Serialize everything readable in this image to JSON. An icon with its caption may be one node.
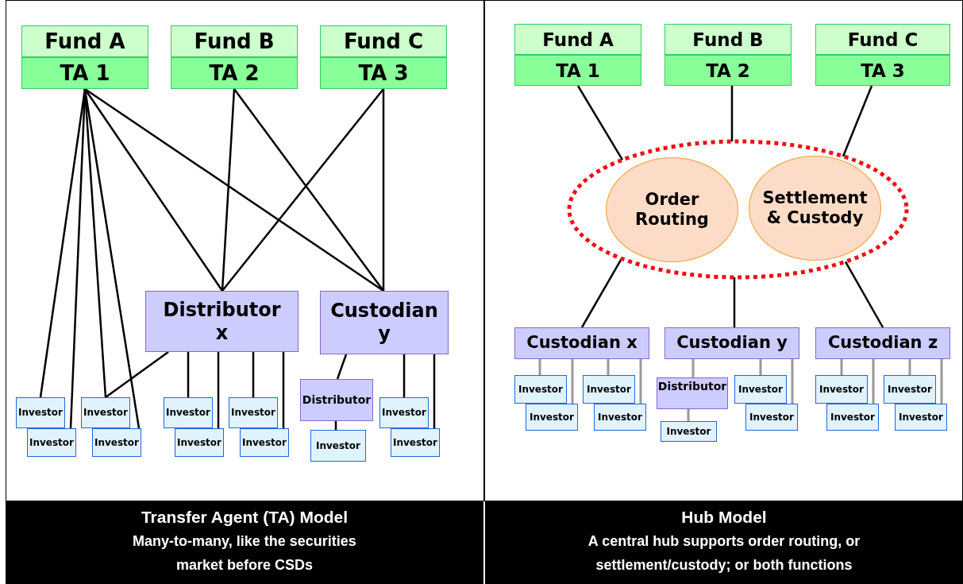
{
  "diagram": {
    "nodes": [
      {
        "text": [
          "Fund A",
          "TA 1"
        ]
      },
      {
        "text": [
          "Fund B",
          "TA 2"
        ]
      },
      {
        "text": [
          "Fund C",
          "TA 3"
        ]
      },
      {
        "text": [
          "Distributor x"
        ]
      },
      {
        "text": [
          "Custodian y"
        ]
      },
      {
        "text": [
          "Investor"
        ]
      },
      {
        "text": [
          "Investor"
        ]
      },
      {
        "text": [
          "Investor"
        ]
      },
      {
        "text": [
          "Investor"
        ]
      },
      {
        "text": [
          "Investor"
        ]
      },
      {
        "text": [
          "Investor"
        ]
      },
      {
        "text": [
          "Investor"
        ]
      },
      {
        "text": [
          "Investor"
        ]
      },
      {
        "text": [
          "Distributor"
        ]
      },
      {
        "text": [
          "Investor"
        ]
      },
      {
        "text": [
          "Investor"
        ]
      },
      {
        "text": [
          "Investor"
        ]
      },
      {
        "text": [
          "Fund A",
          "TA 1"
        ]
      },
      {
        "text": [
          "Fund B",
          "TA 2"
        ]
      },
      {
        "text": [
          "Fund C",
          "TA 3"
        ]
      },
      {
        "text": [],
        "shape": "ellipse"
      },
      {
        "text": [
          "Order Routing"
        ],
        "in": 20
      },
      {
        "text": [
          "Settlement & Custody"
        ],
        "in": 20
      },
      {
        "text": [
          "Custodian x"
        ]
      },
      {
        "text": [
          "Custodian y"
        ]
      },
      {
        "text": [
          "Custodian z"
        ]
      },
      {
        "text": [
          "Investor"
        ]
      },
      {
        "text": [
          "Investor"
        ]
      },
      {
        "text": [
          "Investor"
        ]
      },
      {
        "text": [
          "Investor"
        ]
      },
      {
        "text": [
          "Distributor"
        ]
      },
      {
        "text": [
          "Investor"
        ]
      },
      {
        "text": [
          "Investor"
        ]
      },
      {
        "text": [
          "Investor"
        ]
      },
      {
        "text": [
          "Investor"
        ]
      },
      {
        "text": [
          "Investor"
        ]
      },
      {
        "text": [
          "Investor"
        ]
      },
      {
        "text": [
          "Investor"
        ]
      }
    ],
    "edges": [
      {
        "from": 0,
        "to": 5,
        "arrow": "none"
      },
      {
        "from": 0,
        "to": 6,
        "arrow": "none"
      },
      {
        "from": 0,
        "to": 7,
        "arrow": "none"
      },
      {
        "from": 0,
        "to": 8,
        "arrow": "none"
      },
      {
        "from": 0,
        "to": 3,
        "arrow": "none"
      },
      {
        "from": 0,
        "to": 4,
        "arrow": "none"
      },
      {
        "from": 1,
        "to": 3,
        "arrow": "none"
      },
      {
        "from": 1,
        "to": 4,
        "arrow": "none"
      },
      {
        "from": 2,
        "to": 3,
        "arrow": "none"
      },
      {
        "from": 2,
        "to": 4,
        "arrow": "none"
      },
      {
        "from": 3,
        "to": 7,
        "arrow": "none"
      },
      {
        "from": 3,
        "to": 9,
        "arrow": "none"
      },
      {
        "from": 3,
        "to": 10,
        "arrow": "none"
      },
      {
        "from": 3,
        "to": 11,
        "arrow": "none"
      },
      {
        "from": 3,
        "to": 12,
        "arrow": "none"
      },
      {
        "from": 4,
        "to": 13,
        "arrow": "none"
      },
      {
        "from": 13,
        "to": 14,
        "arrow": "none"
      },
      {
        "from": 4,
        "to": 15,
        "arrow": "none"
      },
      {
        "from": 4,
        "to": 16,
        "arrow": "none"
      },
      {
        "from": 17,
        "to": 20,
        "arrow": "none"
      },
      {
        "from": 18,
        "to": 20,
        "arrow": "none"
      },
      {
        "from": 19,
        "to": 20,
        "arrow": "none"
      },
      {
        "from": 20,
        "to": 23,
        "arrow": "none"
      },
      {
        "from": 20,
        "to": 24,
        "arrow": "none"
      },
      {
        "from": 20,
        "to": 25,
        "arrow": "none"
      },
      {
        "from": 23,
        "to": 26,
        "arrow": "none",
        "color": "#999999"
      },
      {
        "from": 23,
        "to": 27,
        "arrow": "none",
        "color": "#999999"
      },
      {
        "from": 23,
        "to": 28,
        "arrow": "none",
        "color": "#999999"
      },
      {
        "from": 23,
        "to": 29,
        "arrow": "none",
        "color": "#999999"
      },
      {
        "from": 24,
        "to": 30,
        "arrow": "none",
        "color": "#999999"
      },
      {
        "from": 30,
        "to": 31,
        "arrow": "none",
        "color": "#999999"
      },
      {
        "from": 24,
        "to": 32,
        "arrow": "none",
        "color": "#999999"
      },
      {
        "from": 24,
        "to": 33,
        "arrow": "none",
        "color": "#999999"
      },
      {
        "from": 25,
        "to": 34,
        "arrow": "none",
        "color": "#999999"
      },
      {
        "from": 25,
        "to": 35,
        "arrow": "none",
        "color": "#999999"
      },
      {
        "from": 25,
        "to": 36,
        "arrow": "none",
        "color": "#999999"
      },
      {
        "from": 25,
        "to": 37,
        "arrow": "none",
        "color": "#999999"
      }
    ],
    "labels": [
      "Transfer Agent (TA) Model",
      "Many-to-many, like the securities market before CSDs",
      "Hub Model",
      "A central hub supports order routing, or settlement/custody; or both functions"
    ]
  }
}
